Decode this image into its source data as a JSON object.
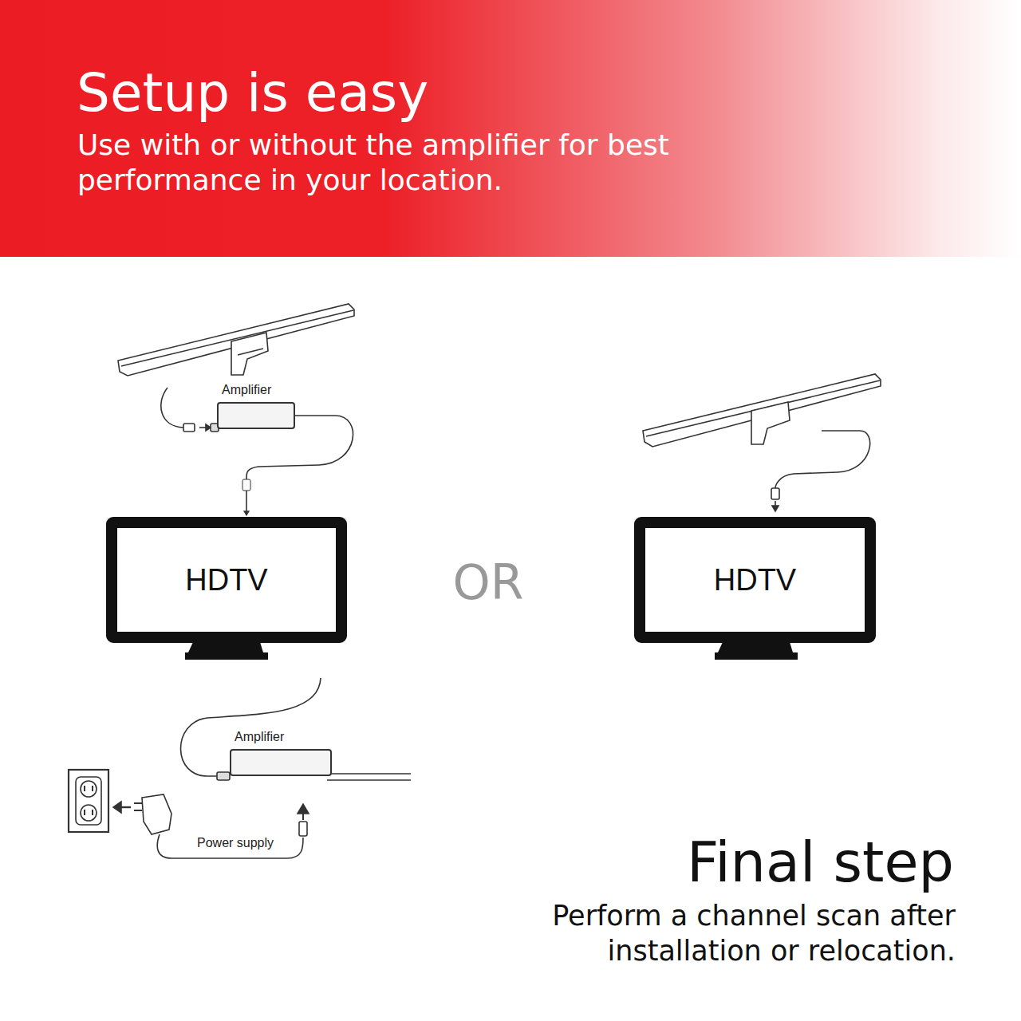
{
  "diagram": {
    "title": "Setup is easy",
    "nodes": [
      {
        "text": [
          "Amplifier"
        ]
      },
      {
        "text": [
          "HDTV"
        ]
      },
      {
        "text": [
          "Amplifier"
        ]
      },
      {
        "text": [
          "HDTV"
        ]
      }
    ],
    "edges": [
      {
        "from": 0,
        "to": 1,
        "arrow": "to"
      }
    ],
    "labels": [
      "Use with or without the amplifier for best performance in your location.",
      "OR",
      "Power supply",
      "Final step",
      "Perform a channel scan after installation or relocation."
    ]
  }
}
